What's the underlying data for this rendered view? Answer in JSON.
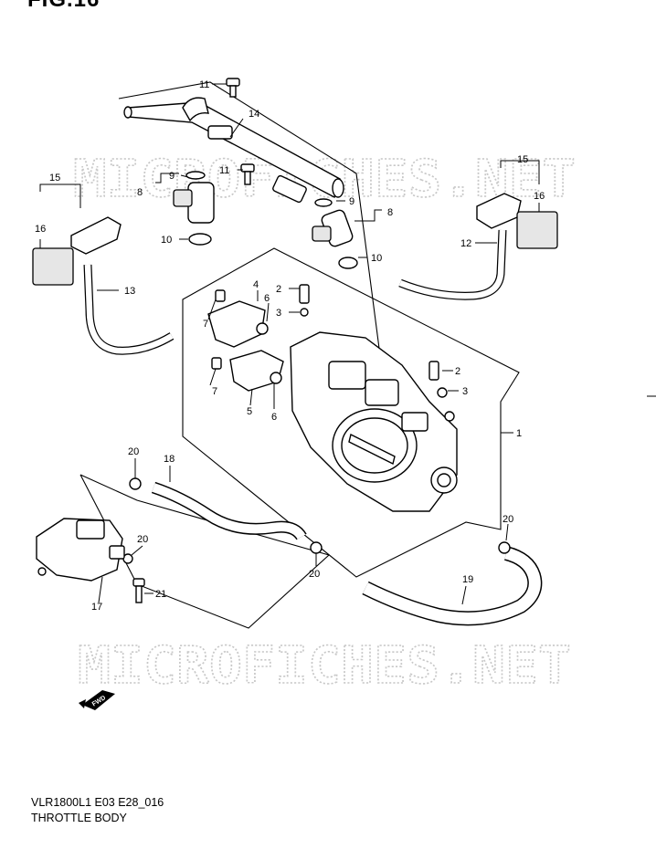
{
  "header": {
    "figure_label": "FIG.16"
  },
  "watermarks": [
    "MICROFICHES.NET",
    "MICROFICHES.NET"
  ],
  "callouts": [
    "1",
    "2",
    "2",
    "3",
    "3",
    "4",
    "5",
    "6",
    "6",
    "7",
    "7",
    "8",
    "8",
    "9",
    "9",
    "10",
    "10",
    "11",
    "11",
    "12",
    "13",
    "14",
    "15",
    "15",
    "16",
    "16",
    "17",
    "18",
    "19",
    "20",
    "20",
    "20",
    "20",
    "21"
  ],
  "fwd_marker": "FWD",
  "footer": {
    "model_code": "VLR1800L1 E03 E28_016",
    "section_title": "THROTTLE BODY"
  }
}
